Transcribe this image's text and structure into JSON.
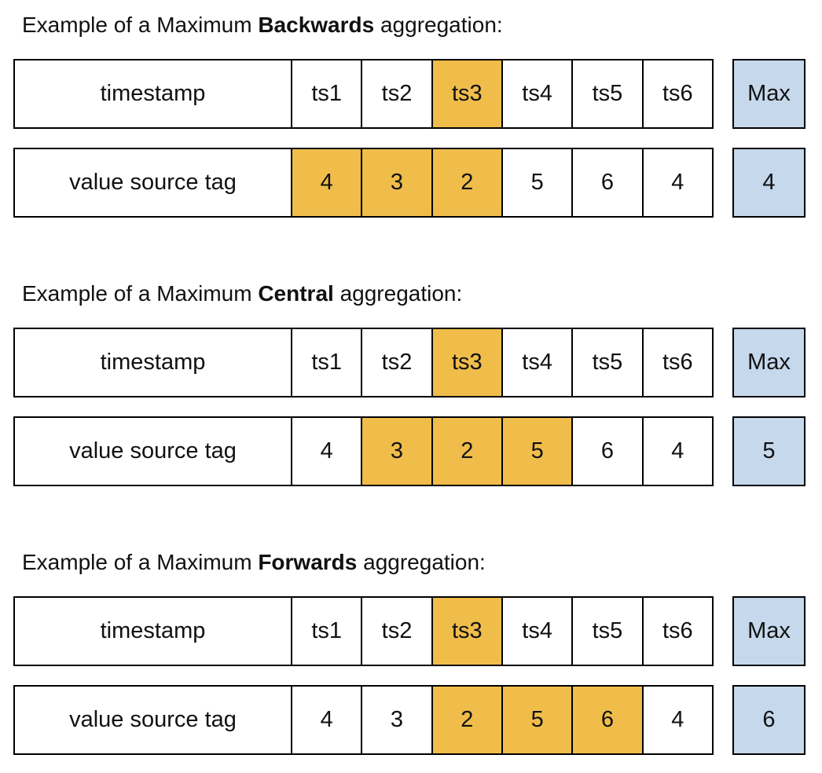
{
  "colors": {
    "highlight": "#F0BD4B",
    "result": "#C5D8EC",
    "border": "#000000",
    "text": "#111111",
    "background": "#FFFFFF"
  },
  "sections": [
    {
      "title": {
        "prefix": "Example of a Maximum ",
        "emphasis": "Backwards",
        "suffix": " aggregation:"
      },
      "timestamp_row": {
        "label": "timestamp",
        "cells": [
          {
            "text": "ts1",
            "highlighted": false
          },
          {
            "text": "ts2",
            "highlighted": false
          },
          {
            "text": "ts3",
            "highlighted": true
          },
          {
            "text": "ts4",
            "highlighted": false
          },
          {
            "text": "ts5",
            "highlighted": false
          },
          {
            "text": "ts6",
            "highlighted": false
          }
        ],
        "result": "Max"
      },
      "value_row": {
        "label": "value source tag",
        "cells": [
          {
            "text": "4",
            "highlighted": true
          },
          {
            "text": "3",
            "highlighted": true
          },
          {
            "text": "2",
            "highlighted": true
          },
          {
            "text": "5",
            "highlighted": false
          },
          {
            "text": "6",
            "highlighted": false
          },
          {
            "text": "4",
            "highlighted": false
          }
        ],
        "result": "4"
      }
    },
    {
      "title": {
        "prefix": "Example of a Maximum ",
        "emphasis": "Central",
        "suffix": " aggregation:"
      },
      "timestamp_row": {
        "label": "timestamp",
        "cells": [
          {
            "text": "ts1",
            "highlighted": false
          },
          {
            "text": "ts2",
            "highlighted": false
          },
          {
            "text": "ts3",
            "highlighted": true
          },
          {
            "text": "ts4",
            "highlighted": false
          },
          {
            "text": "ts5",
            "highlighted": false
          },
          {
            "text": "ts6",
            "highlighted": false
          }
        ],
        "result": "Max"
      },
      "value_row": {
        "label": "value source tag",
        "cells": [
          {
            "text": "4",
            "highlighted": false
          },
          {
            "text": "3",
            "highlighted": true
          },
          {
            "text": "2",
            "highlighted": true
          },
          {
            "text": "5",
            "highlighted": true
          },
          {
            "text": "6",
            "highlighted": false
          },
          {
            "text": "4",
            "highlighted": false
          }
        ],
        "result": "5"
      }
    },
    {
      "title": {
        "prefix": "Example of a Maximum ",
        "emphasis": "Forwards",
        "suffix": " aggregation:"
      },
      "timestamp_row": {
        "label": "timestamp",
        "cells": [
          {
            "text": "ts1",
            "highlighted": false
          },
          {
            "text": "ts2",
            "highlighted": false
          },
          {
            "text": "ts3",
            "highlighted": true
          },
          {
            "text": "ts4",
            "highlighted": false
          },
          {
            "text": "ts5",
            "highlighted": false
          },
          {
            "text": "ts6",
            "highlighted": false
          }
        ],
        "result": "Max"
      },
      "value_row": {
        "label": "value source tag",
        "cells": [
          {
            "text": "4",
            "highlighted": false
          },
          {
            "text": "3",
            "highlighted": false
          },
          {
            "text": "2",
            "highlighted": true
          },
          {
            "text": "5",
            "highlighted": true
          },
          {
            "text": "6",
            "highlighted": true
          },
          {
            "text": "4",
            "highlighted": false
          }
        ],
        "result": "6"
      }
    }
  ]
}
